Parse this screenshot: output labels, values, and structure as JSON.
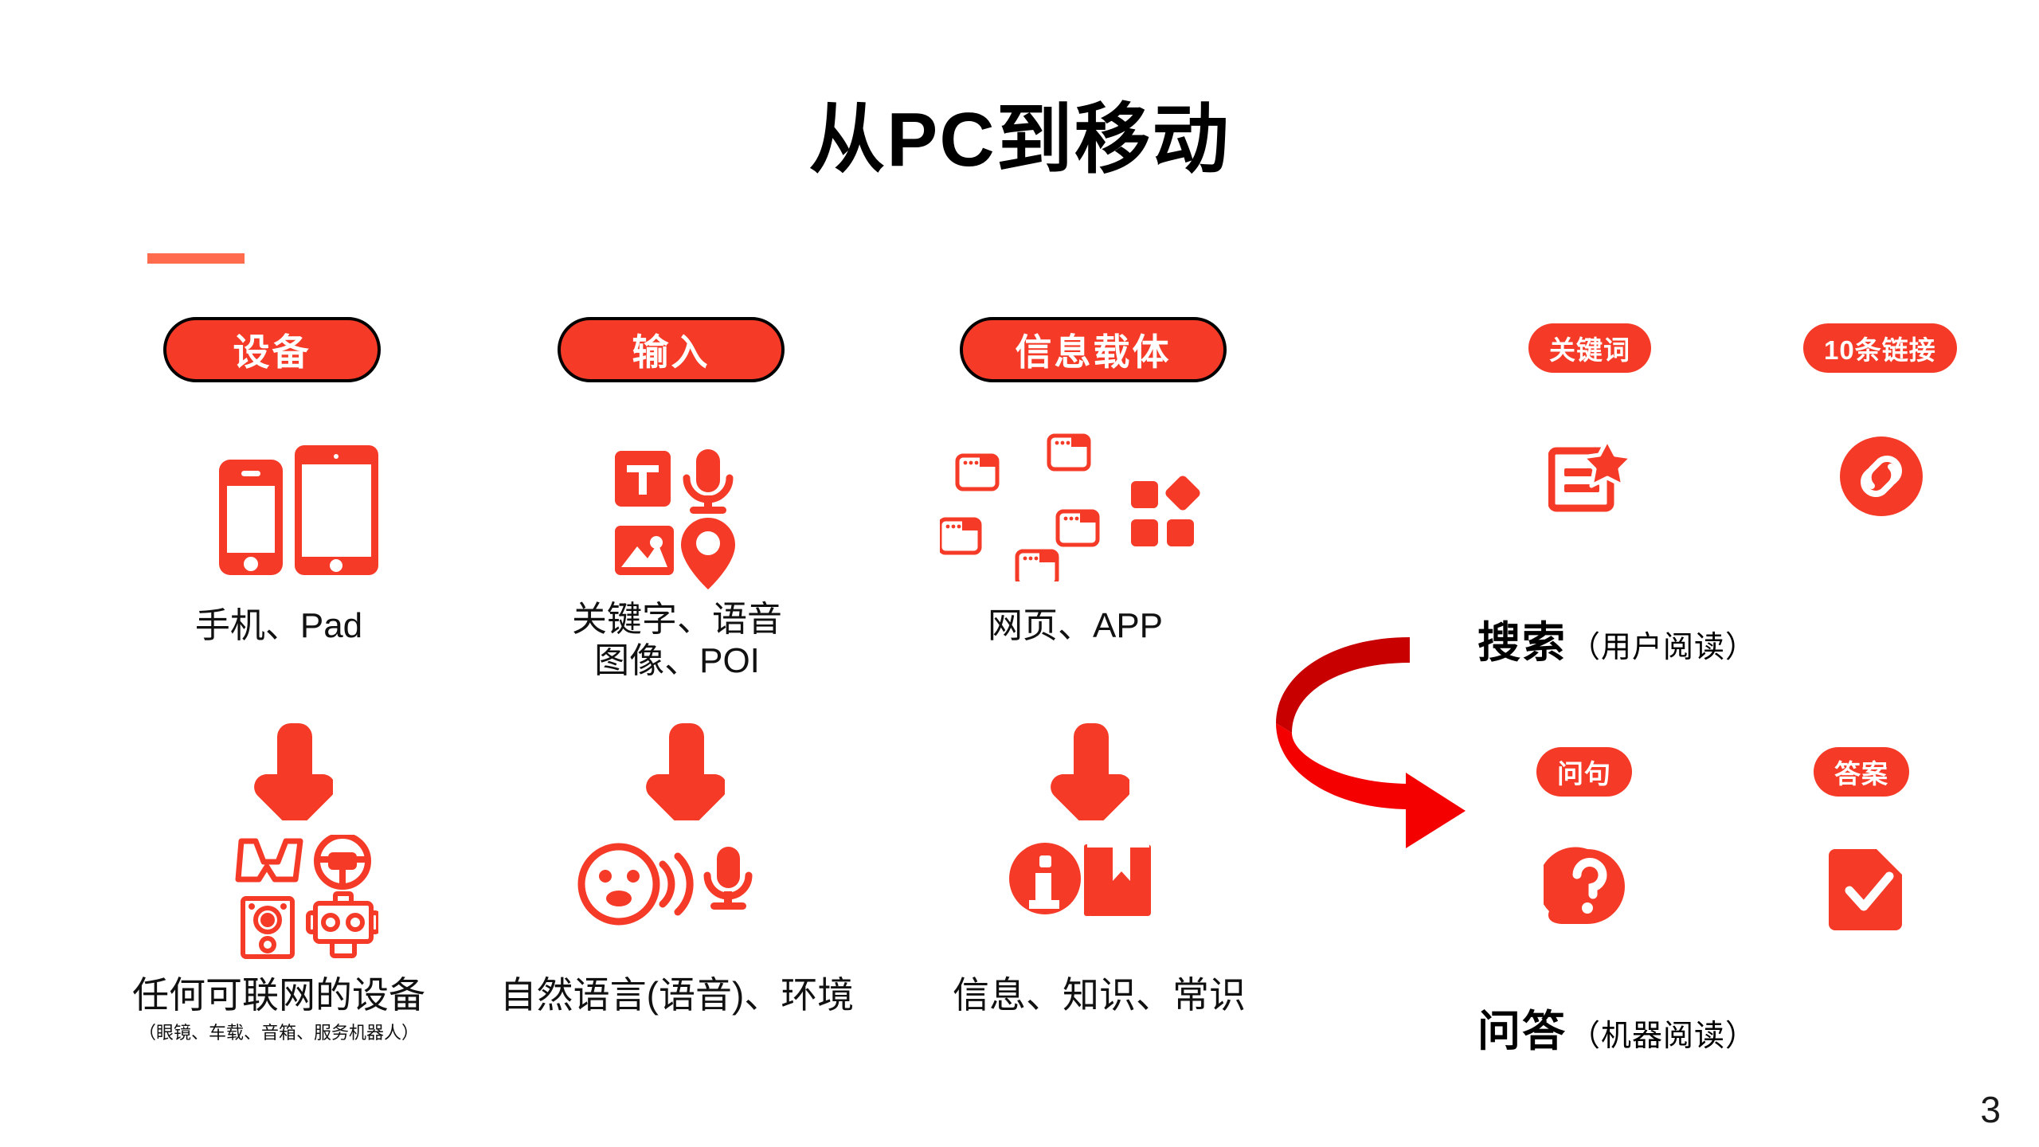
{
  "slide": {
    "title": "从PC到移动",
    "page_number": "3",
    "accent_color": "#FF6B4D",
    "brand_red": "#F53B28",
    "arrow_dark_red": "#C80000",
    "arrow_light_red": "#F50000"
  },
  "columns": [
    {
      "pill": "设备",
      "top_icons": [
        "phone-icon",
        "tablet-icon"
      ],
      "top_label": "手机、Pad",
      "arrow": "down-arrow-icon",
      "bottom_icons": [
        "glasses-icon",
        "steering-wheel-icon",
        "speaker-icon",
        "robot-icon"
      ],
      "bottom_label": "任何可联网的设备",
      "bottom_sublabel": "（眼镜、车载、音箱、服务机器人）"
    },
    {
      "pill": "输入",
      "top_icons": [
        "text-box-icon",
        "microphone-icon",
        "image-icon",
        "location-pin-icon"
      ],
      "top_label": "关键字、语音\n图像、POI",
      "arrow": "down-arrow-icon",
      "bottom_icons": [
        "speaking-face-icon",
        "sound-wave-icon",
        "microphone-icon"
      ],
      "bottom_label": "自然语言(语音)、环境",
      "bottom_sublabel": ""
    },
    {
      "pill": "信息载体",
      "top_icons": [
        "browser-window-icon",
        "app-grid-icon"
      ],
      "top_label": "网页、APP",
      "arrow": "down-arrow-icon",
      "bottom_icons": [
        "info-circle-icon",
        "book-icon"
      ],
      "bottom_label": "信息、知识、常识",
      "bottom_sublabel": ""
    }
  ],
  "right": {
    "search": {
      "pills": [
        "关键词",
        "10条链接"
      ],
      "icons": [
        "list-star-icon",
        "link-circle-icon"
      ],
      "title_strong": "搜索",
      "title_paren": "（用户阅读）"
    },
    "qa": {
      "pills": [
        "问句",
        "答案"
      ],
      "icons": [
        "question-bubble-icon",
        "document-check-icon"
      ],
      "title_strong": "问答",
      "title_paren": "（机器阅读）"
    },
    "transition_arrow": "curved-swoosh-arrow-icon"
  }
}
